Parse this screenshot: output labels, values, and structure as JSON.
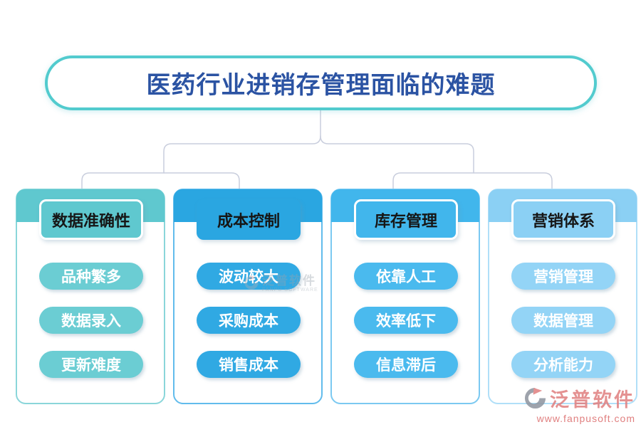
{
  "title": {
    "text": "医药行业进销存管理面临的难题"
  },
  "columns": [
    {
      "header": "数据准确性",
      "items": [
        "品种繁多",
        "数据录入",
        "更新难度"
      ]
    },
    {
      "header": "成本控制",
      "items": [
        "波动较大",
        "采购成本",
        "销售成本"
      ]
    },
    {
      "header": "库存管理",
      "items": [
        "依靠人工",
        "效率低下",
        "信息滞后"
      ]
    },
    {
      "header": "营销体系",
      "items": [
        "营销管理",
        "数据管理",
        "分析能力"
      ]
    }
  ],
  "watermark_center": {
    "name": "泛普软件",
    "subtext": "FANPU SOFTWARE"
  },
  "brand_logo": {
    "name": "泛普软件",
    "website": "www.fanpusoft.com"
  },
  "colors": {
    "col1_main": "#5FC8CF",
    "col1_pill": "#6BCDD3",
    "col1_card_border": "#8AD6DA",
    "col2_main": "#2AA6E1",
    "col2_pill": "#30A9E3",
    "col2_card_border": "#62BCEC",
    "col3_main": "#41B6EC",
    "col3_pill": "#4ABAEE",
    "col3_card_border": "#7BC9F1",
    "col4_main": "#8BD0F4",
    "col4_pill": "#93D4F6",
    "col4_card_border": "#B0DFF8",
    "title_border": "#52CBCE",
    "title_text": "#2B53A3",
    "connector": "#C9CEDD",
    "header_text": "#161616",
    "pill_text": "#FFFFFF",
    "brand_red": "#E07E7E",
    "brand_url_red": "#DB6A6A",
    "brand_gray": "#8E949E"
  }
}
